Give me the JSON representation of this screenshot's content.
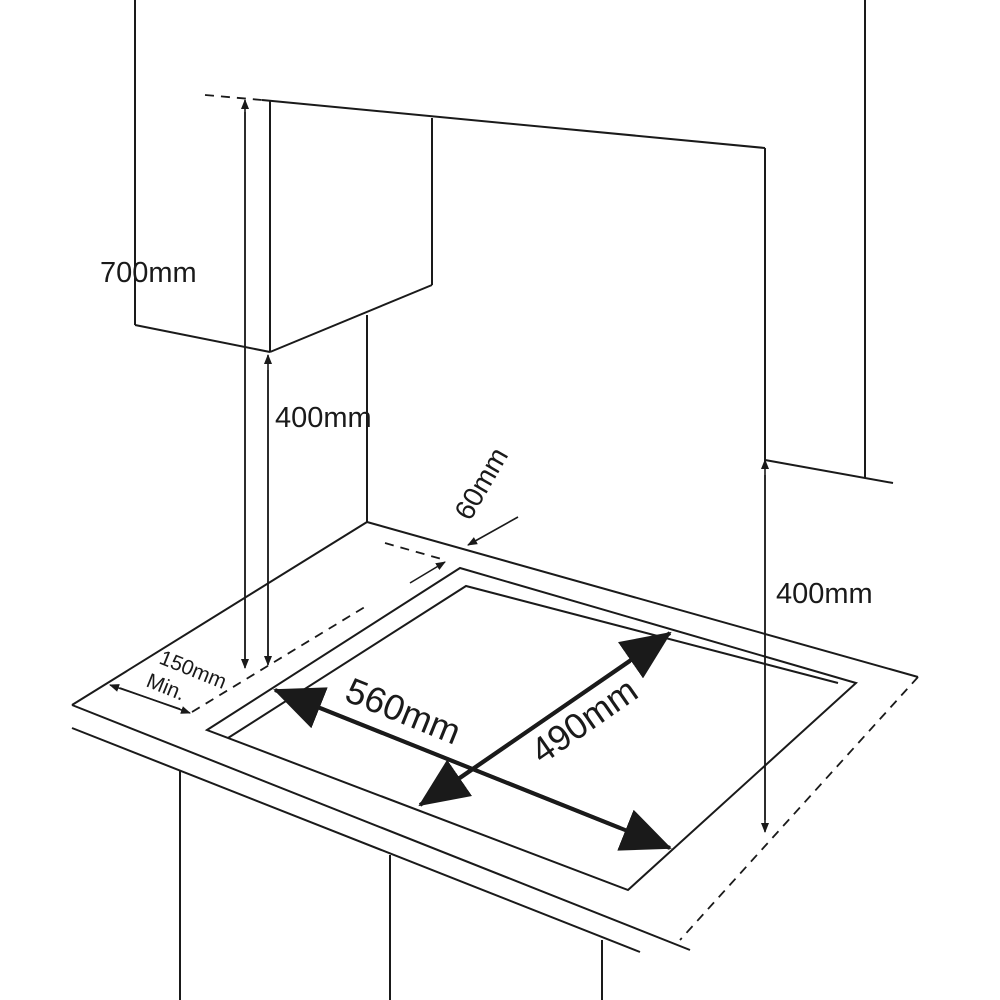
{
  "diagram": {
    "labels": {
      "cabinet_height": "700mm",
      "hob_to_cabinet": "400mm",
      "back_clearance": "60mm",
      "hob_to_hood": "400mm",
      "cutout_width": "560mm",
      "cutout_depth": "490mm",
      "side_clearance": "150mm",
      "side_clearance_note": "Min."
    },
    "colors": {
      "line": "#1a1a1a",
      "background": "#ffffff"
    }
  }
}
